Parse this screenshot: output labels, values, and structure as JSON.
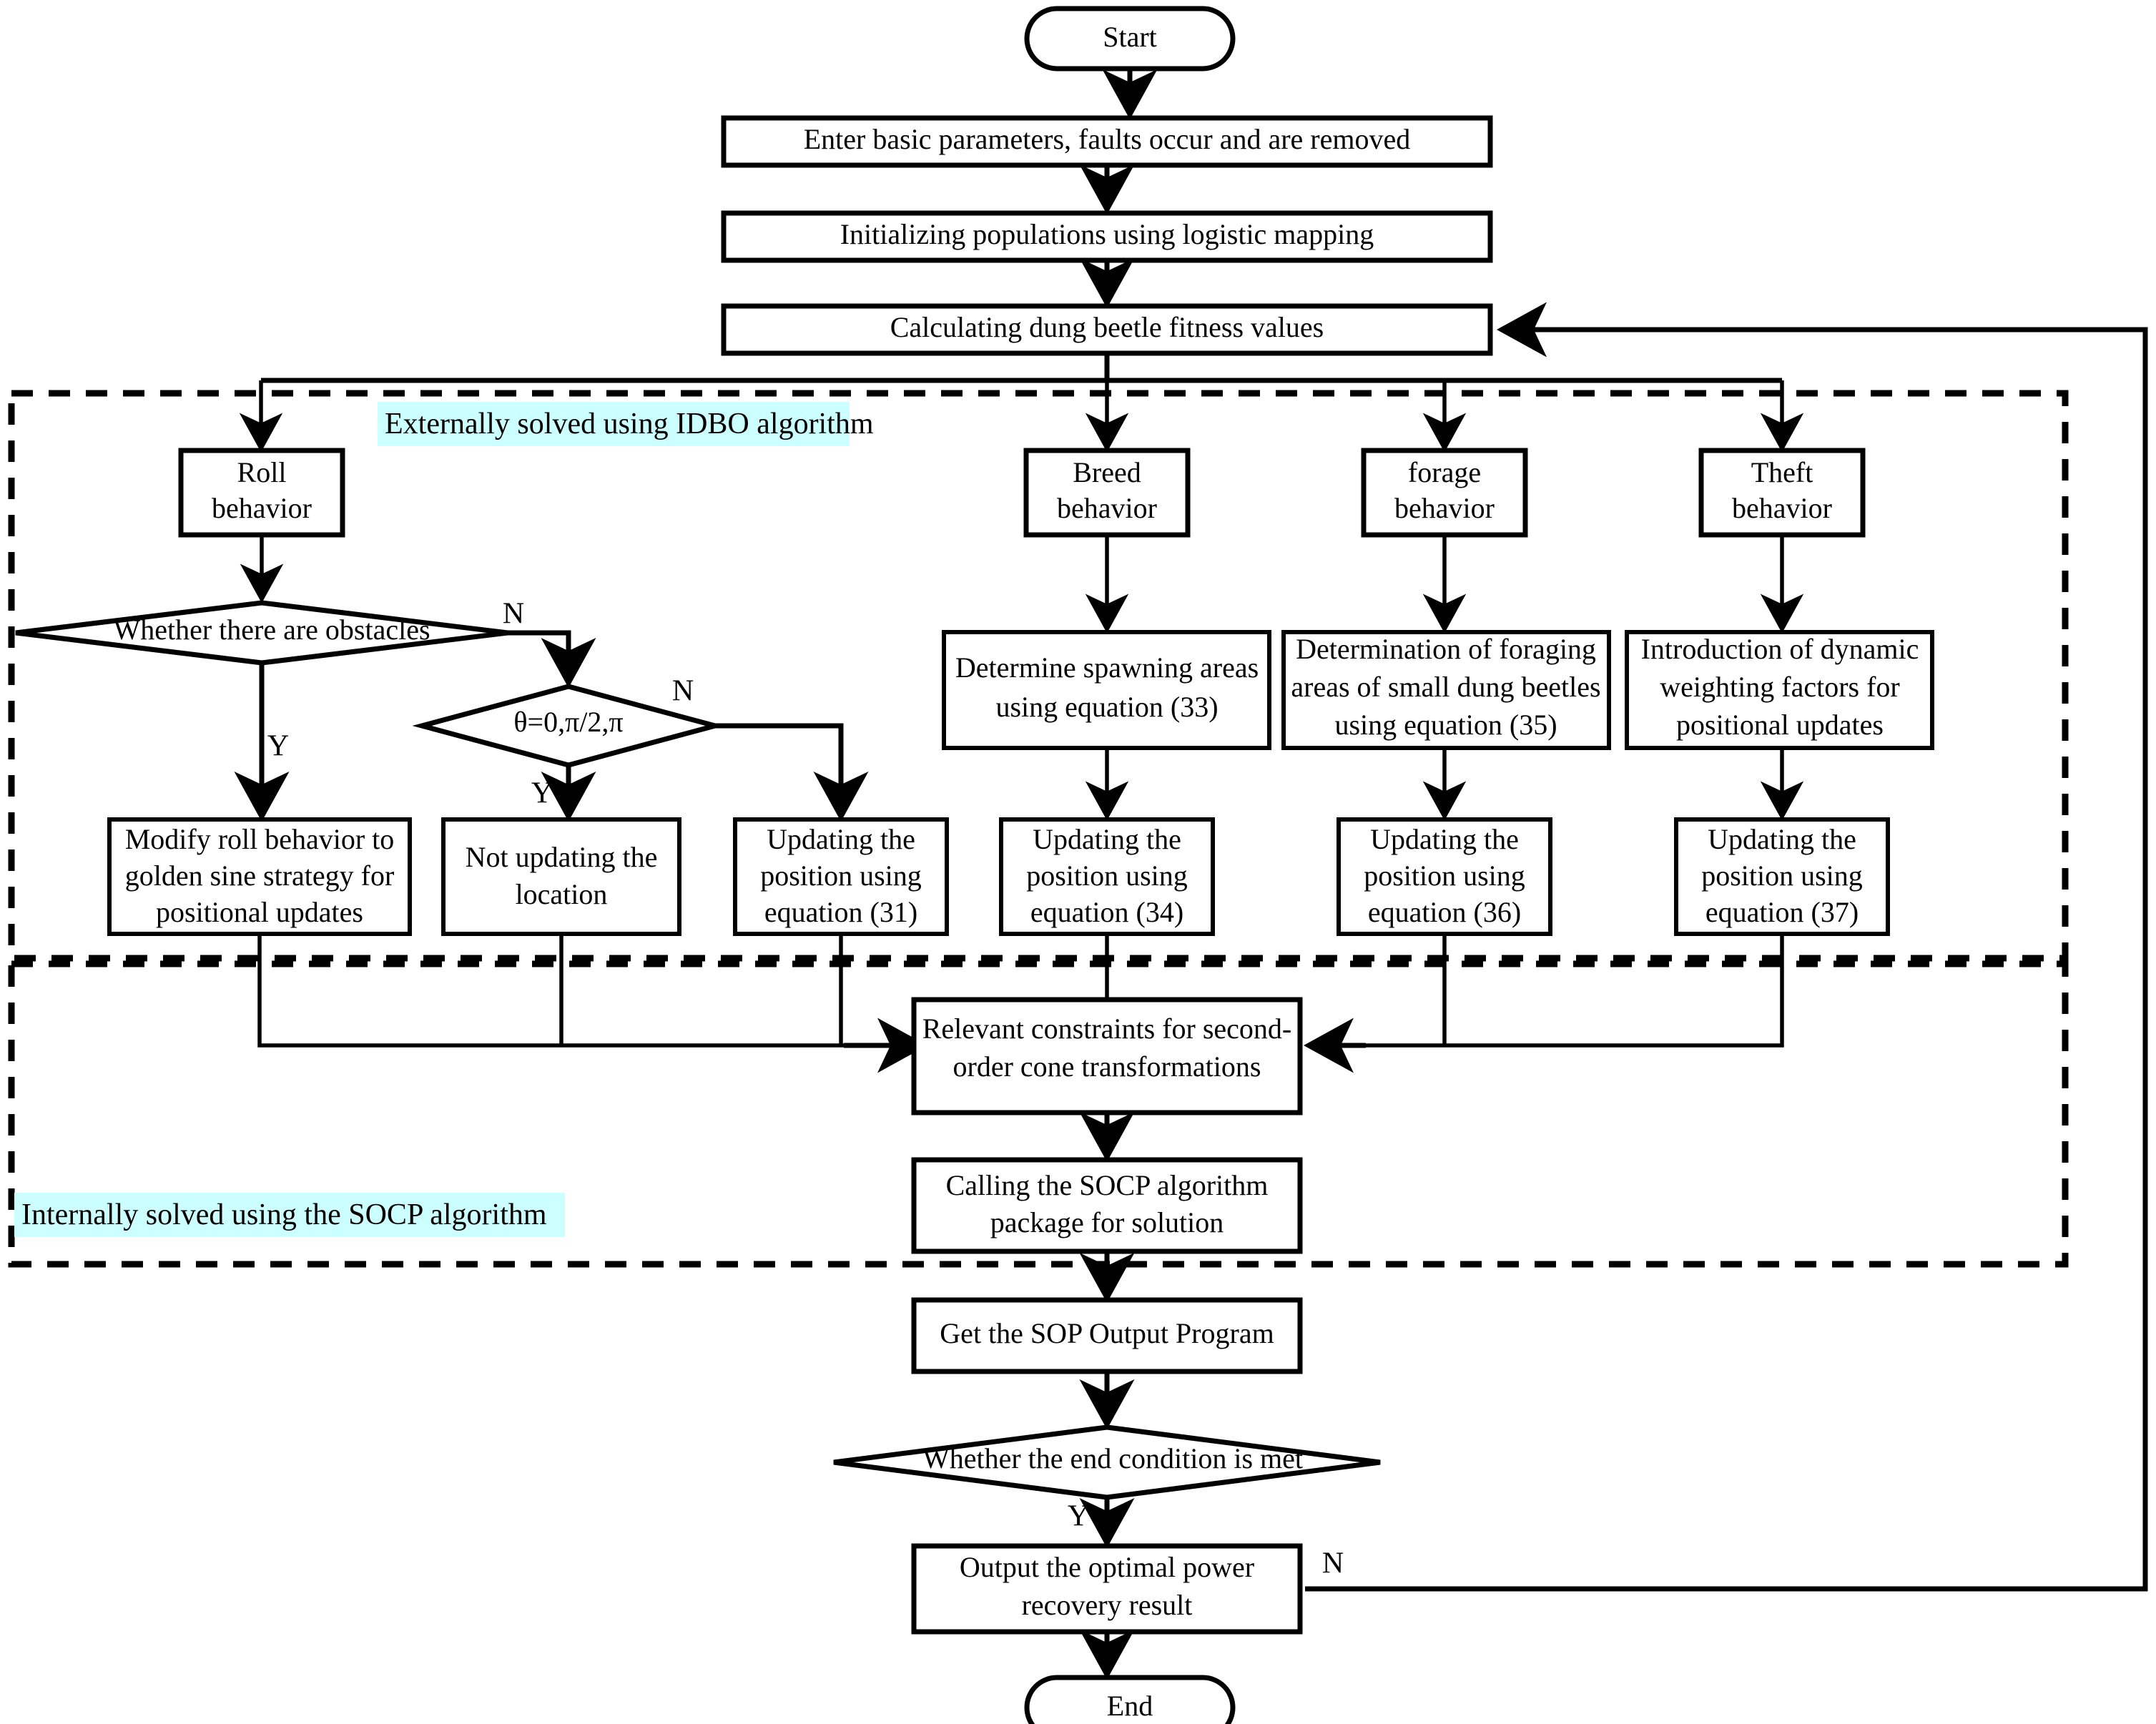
{
  "diagram": {
    "title_absent": "",
    "regions": [
      {
        "id": "idbo",
        "label": "Externally solved using IDBO algorithm",
        "highlight_color": "#ccffff"
      },
      {
        "id": "socp",
        "label": "Internally solved using the SOCP algorithm",
        "highlight_color": "#ccffff"
      }
    ],
    "nodes": {
      "start": {
        "text": "Start",
        "type": "terminator"
      },
      "enter_params": {
        "text": "Enter basic parameters, faults occur and are removed",
        "type": "process"
      },
      "init_pop": {
        "text": "Initializing populations using logistic mapping",
        "type": "process"
      },
      "calc_fitness": {
        "text": "Calculating dung beetle fitness values",
        "type": "process"
      },
      "roll_behavior": {
        "line1": "Roll",
        "line2": "behavior",
        "type": "process"
      },
      "breed_behavior": {
        "line1": "Breed",
        "line2": "behavior",
        "type": "process"
      },
      "forage_behavior": {
        "line1": "forage",
        "line2": "behavior",
        "type": "process"
      },
      "theft_behavior": {
        "line1": "Theft",
        "line2": "behavior",
        "type": "process"
      },
      "obstacles_decision": {
        "text": "Whether there are obstacles",
        "type": "decision"
      },
      "theta_decision": {
        "text": "θ=0,π/2,π",
        "type": "decision"
      },
      "modify_roll": {
        "line1": "Modify roll behavior to",
        "line2": "golden sine strategy for",
        "line3": "positional updates",
        "type": "process"
      },
      "not_updating": {
        "line1": "Not updating the",
        "line2": "location",
        "type": "process"
      },
      "update_eq31": {
        "line1": "Updating the",
        "line2": "position using",
        "line3": "equation (31)",
        "type": "process"
      },
      "spawning_areas": {
        "line1": "Determine spawning areas",
        "line2": "using equation (33)",
        "type": "process"
      },
      "update_eq34": {
        "line1": "Updating the",
        "line2": "position using",
        "line3": "equation (34)",
        "type": "process"
      },
      "foraging_areas": {
        "line1": "Determination of foraging",
        "line2": "areas of small dung beetles",
        "line3": "using equation (35)",
        "type": "process"
      },
      "update_eq36": {
        "line1": "Updating the",
        "line2": "position using",
        "line3": "equation (36)",
        "type": "process"
      },
      "dynamic_weighting": {
        "line1": "Introduction of dynamic",
        "line2": "weighting factors for",
        "line3": "positional updates",
        "type": "process"
      },
      "update_eq37": {
        "line1": "Updating the",
        "line2": "position using",
        "line3": "equation (37)",
        "type": "process"
      },
      "constraints": {
        "line1": "Relevant constraints for second-",
        "line2": "order cone transformations",
        "type": "process"
      },
      "socp_call": {
        "line1": "Calling the SOCP algorithm",
        "line2": "package for solution",
        "type": "process"
      },
      "sop_output": {
        "text": "Get the SOP Output Program",
        "type": "process"
      },
      "end_condition": {
        "text": "Whether the end condition is met",
        "type": "decision"
      },
      "optimal_output": {
        "line1": "Output the optimal power",
        "line2": "recovery result",
        "type": "process"
      },
      "end": {
        "text": "End",
        "type": "terminator"
      }
    },
    "edge_labels": {
      "obstacles_no": "N",
      "obstacles_yes": "Y",
      "theta_no": "N",
      "theta_yes": "Y",
      "end_yes": "Y",
      "end_no": "N"
    },
    "colors": {
      "stroke": "#000000",
      "fill": "#ffffff",
      "highlight": "#ccffff"
    }
  }
}
